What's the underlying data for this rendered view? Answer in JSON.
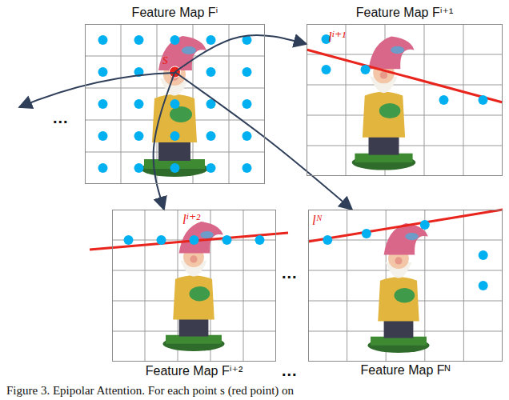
{
  "diagram": {
    "caption": "Figure 3. Epipolar Attention. For each point s (red point) on",
    "nodes": [
      {
        "text": [
          "Feature Map Fⁱ"
        ]
      },
      {
        "text": [
          "Feature Map Fⁱ⁺¹"
        ]
      },
      {
        "text": [
          "Feature Map Fⁱ⁺²"
        ]
      },
      {
        "text": [
          "Feature Map Fᴺ"
        ]
      }
    ],
    "edges": [
      {
        "from": 0,
        "to": 1,
        "arrow": "to"
      },
      {
        "from": 0,
        "to": 2,
        "arrow": "to"
      },
      {
        "from": 0,
        "to": 3,
        "arrow": "to"
      }
    ],
    "labels": [
      "s",
      "lⁱ⁺¹",
      "lⁱ⁺²",
      "lᴺ",
      "...",
      "...",
      "..."
    ]
  }
}
